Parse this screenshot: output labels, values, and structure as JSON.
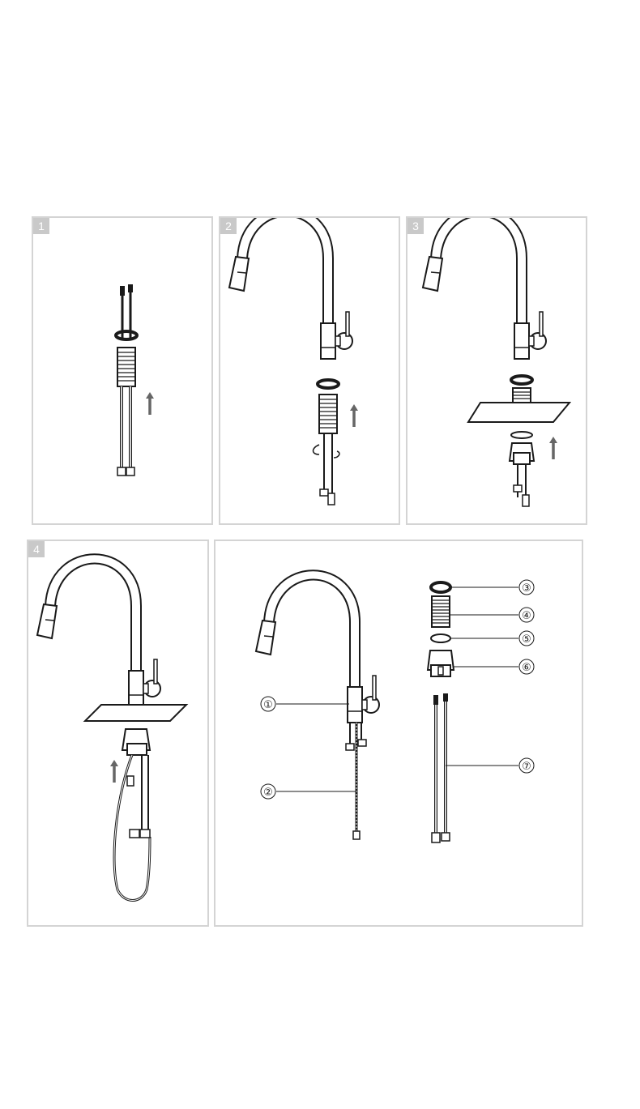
{
  "steps": [
    {
      "label": "1"
    },
    {
      "label": "2"
    },
    {
      "label": "3"
    },
    {
      "label": "4"
    }
  ],
  "parts": [
    {
      "label": "①"
    },
    {
      "label": "②"
    },
    {
      "label": "③"
    },
    {
      "label": "④"
    },
    {
      "label": "⑤"
    },
    {
      "label": "⑥"
    },
    {
      "label": "⑦"
    }
  ],
  "colors": {
    "line": "#1a1a1a",
    "arrow": "#666666",
    "frame": "#d4d4d4",
    "badge": "#c9c9c9"
  }
}
